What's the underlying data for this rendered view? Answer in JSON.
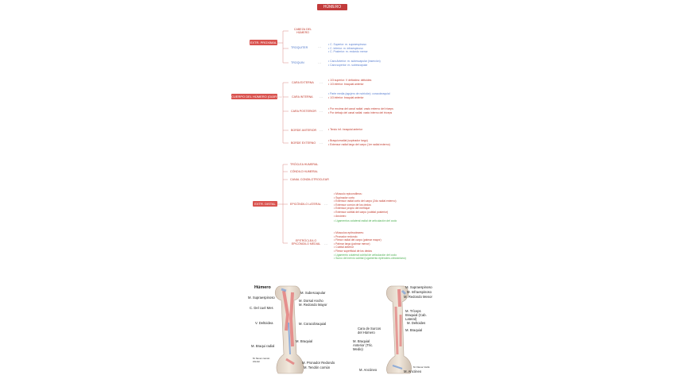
{
  "title": "HÚMERO",
  "groups": {
    "proximal": {
      "label": "EXTR. PROXIMAL",
      "children": [
        {
          "label": "CABEZA DEL HÚMERO",
          "items": []
        },
        {
          "label": "TROQUITER",
          "items": [
            {
              "text": "• C. Superior: m. supraespinoso",
              "color": "b"
            },
            {
              "text": "• C. Inferior: m. infraespinoso",
              "color": "b"
            },
            {
              "text": "• C. Posterior: m. redondo menor",
              "color": "b"
            }
          ]
        },
        {
          "label": "TROQUIN",
          "items": [
            {
              "text": "• Cara Anterior: m. subescapular (inserción)",
              "color": "b"
            },
            {
              "text": "• Cara superior: m. subescapular",
              "color": "b"
            }
          ]
        }
      ]
    },
    "cuerpo": {
      "label": "CUERPO DEL HÚMERO (DIÁFISIS)",
      "children": [
        {
          "label": "CARA EXTERNA",
          "items": [
            {
              "text": "• 1/3 superior: V deltoidea: deltoides",
              "color": "r"
            },
            {
              "text": "• 1/3 inferior: braquial anterior",
              "color": "r"
            }
          ]
        },
        {
          "label": "CARA INTERNA",
          "items": [
            {
              "text": "• Parte media (agujero de nutrición): coracobraquial",
              "color": "b"
            },
            {
              "text": "• 1/3 inferior: braquial anterior",
              "color": "r"
            }
          ]
        },
        {
          "label": "CARA POSTERIOR",
          "items": [
            {
              "text": "• Por encima del canal radial: vasto externo del tríceps",
              "color": "r"
            },
            {
              "text": "• Por debajo del canal radial: vasto interno del tríceps",
              "color": "r"
            }
          ]
        },
        {
          "label": "BORDE ANTERIOR",
          "items": [
            {
              "text": "• Tercio inf.: braquial anterior",
              "color": "r"
            }
          ]
        },
        {
          "label": "BORDE EXTERNO",
          "items": [
            {
              "text": "• Braquiorradial (supinador largo)",
              "color": "r"
            },
            {
              "text": "• Extensor radial largo del carpo (1er radial externo)",
              "color": "r"
            }
          ]
        }
      ]
    },
    "distal": {
      "label": "EXTR. DISTAL",
      "children": [
        {
          "label": "TRÓCLEA HUMERAL",
          "items": []
        },
        {
          "label": "CÓNDILO HUMERAL",
          "items": []
        },
        {
          "label": "CANAL CONDILOTROCLEAR",
          "items": []
        },
        {
          "label": "EPICÓNDILO LATERAL",
          "items": [
            {
              "text": "• Músculo epicondíleos:",
              "color": "r"
            },
            {
              "text": "• Supinador corto",
              "color": "r"
            },
            {
              "text": "• Extensor radial corto del carpo (2do radial externo)",
              "color": "r"
            },
            {
              "text": "• Extensor común de los dedos",
              "color": "r"
            },
            {
              "text": "• Extensor propio del meñique",
              "color": "r"
            },
            {
              "text": "• Extensor cubital del carpo (cubital posterior)",
              "color": "r"
            },
            {
              "text": "• Ancóneo",
              "color": "r"
            },
            {
              "text": "• Ligamentos colateral radial de articulación del codo",
              "color": "g"
            }
          ]
        },
        {
          "label": "EPITRÓCLEA O EPICÓNDILO MEDIAL",
          "items": [
            {
              "text": "• Músculos epitrocleares:",
              "color": "r"
            },
            {
              "text": "• Pronador redondo",
              "color": "r"
            },
            {
              "text": "• Flexor radial del carpo (palmar mayor)",
              "color": "r"
            },
            {
              "text": "• Palmar largo (palmar menor)",
              "color": "r"
            },
            {
              "text": "• Cubital anterior",
              "color": "r"
            },
            {
              "text": "• Flexor superficial de los dedos",
              "color": "r"
            },
            {
              "text": "• Ligamento colateral cubital de articulación del codo",
              "color": "g"
            },
            {
              "text": "• Surco del nervio cubital (Ligamento epitrócleo-olecraniano)",
              "color": "g"
            }
          ]
        }
      ]
    }
  },
  "figure_left": {
    "title": "Húmero",
    "labels_left": [
      "M. Supraespinoso",
      "C. Del cuel Mes",
      "V. Deltoidea",
      "M. Braqui radial",
      "M. flexor común inferior"
    ],
    "labels_right": [
      "M. Subescapular",
      "M. Dorsal Ancho",
      "M. Redondo Mayor",
      "M. Coracobraquial",
      "M. Braquial",
      "M. Pronador Redondo",
      "M. Tendón común"
    ]
  },
  "figure_right": {
    "labels_left": [
      "Cara de Surcos del Húmero",
      "M. Braquial Anterior (Tríc. Medio)",
      "M. Ancóneo"
    ],
    "labels_right": [
      "M. Supraespinoso",
      "M. Infraespinoso",
      "M. Redondo Menor",
      "M. Tríceps Braquial (Cab. Lateral)",
      "M. Deltoides",
      "M. Braquial",
      "M. Flexor Cubit.",
      "M. Ancóneo"
    ]
  },
  "colors": {
    "accent": "#d9534f",
    "title": "#c23b3b",
    "blue": "#5a7fd0",
    "green": "#4caf50"
  }
}
